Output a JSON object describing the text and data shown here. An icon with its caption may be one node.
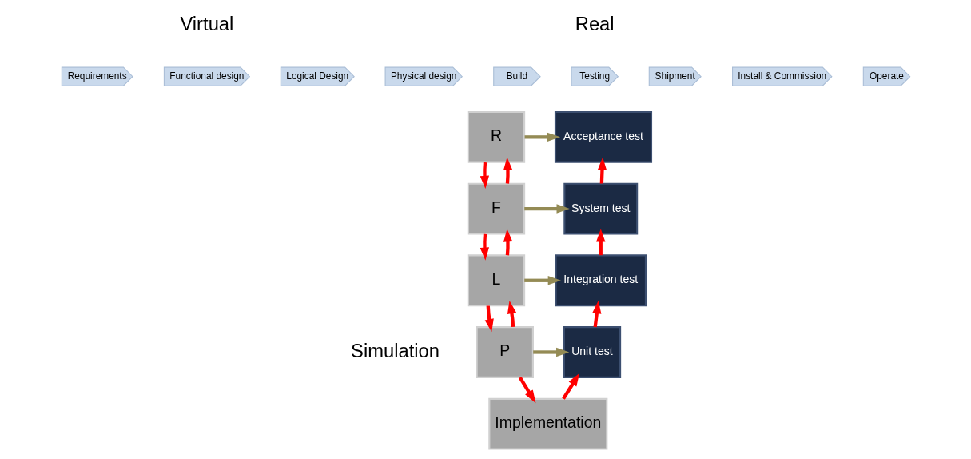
{
  "diagram": {
    "nodes": [
      {
        "text": [
          "Requirements"
        ]
      },
      {
        "text": [
          "Functional design"
        ]
      },
      {
        "text": [
          "Logical Design"
        ]
      },
      {
        "text": [
          "Physical design"
        ]
      },
      {
        "text": [
          "Build"
        ]
      },
      {
        "text": [
          "Testing"
        ]
      },
      {
        "text": [
          "Shipment"
        ]
      },
      {
        "text": [
          "Install & Commission"
        ]
      },
      {
        "text": [
          "Operate"
        ]
      },
      {
        "text": [
          "R"
        ]
      },
      {
        "text": [
          "F"
        ]
      },
      {
        "text": [
          "L"
        ]
      },
      {
        "text": [
          "P"
        ]
      },
      {
        "text": [
          "Implementation"
        ]
      },
      {
        "text": [
          "Unit test"
        ]
      },
      {
        "text": [
          "Integration test"
        ]
      },
      {
        "text": [
          "System test"
        ]
      },
      {
        "text": [
          "Acceptance test"
        ]
      }
    ],
    "edges": [
      {
        "from": 9,
        "to": 17,
        "arrow": "to",
        "color": "#948b55"
      },
      {
        "from": 10,
        "to": 9,
        "arrow": "to"
      },
      {
        "from": 9,
        "to": 10,
        "arrow": "to"
      },
      {
        "from": 10,
        "to": 16,
        "arrow": "to",
        "color": "#948b55"
      },
      {
        "from": 11,
        "to": 10,
        "arrow": "to"
      },
      {
        "from": 10,
        "to": 11,
        "arrow": "to"
      },
      {
        "from": 11,
        "to": 15,
        "arrow": "to",
        "color": "#948b55"
      },
      {
        "from": 12,
        "to": 11,
        "arrow": "to"
      },
      {
        "from": 11,
        "to": 12,
        "arrow": "to"
      },
      {
        "from": 12,
        "to": 14,
        "arrow": "to",
        "color": "#948b55"
      },
      {
        "from": 12,
        "to": 13,
        "arrow": "to"
      },
      {
        "from": 13,
        "to": 14,
        "arrow": "to"
      },
      {
        "from": 14,
        "to": 15,
        "arrow": "to"
      },
      {
        "from": 15,
        "to": 16,
        "arrow": "to"
      },
      {
        "from": 16,
        "to": 17,
        "arrow": "to"
      }
    ],
    "labels": [
      "Virtual",
      "Real",
      "Simulation"
    ]
  }
}
